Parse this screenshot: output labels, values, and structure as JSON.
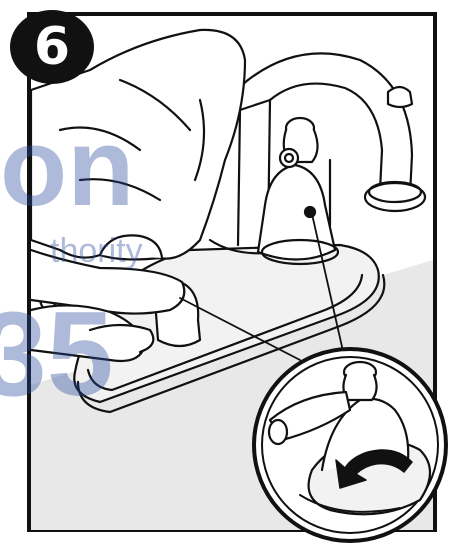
{
  "step": {
    "number": "6"
  },
  "icons": {
    "badge": "step-number-badge",
    "arrow": "curved-arrow-icon"
  },
  "colors": {
    "ink": "#111111",
    "watermark": "#2b4a9a"
  },
  "watermark": {
    "line1": "on",
    "line2": "thority",
    "line3": "35"
  }
}
